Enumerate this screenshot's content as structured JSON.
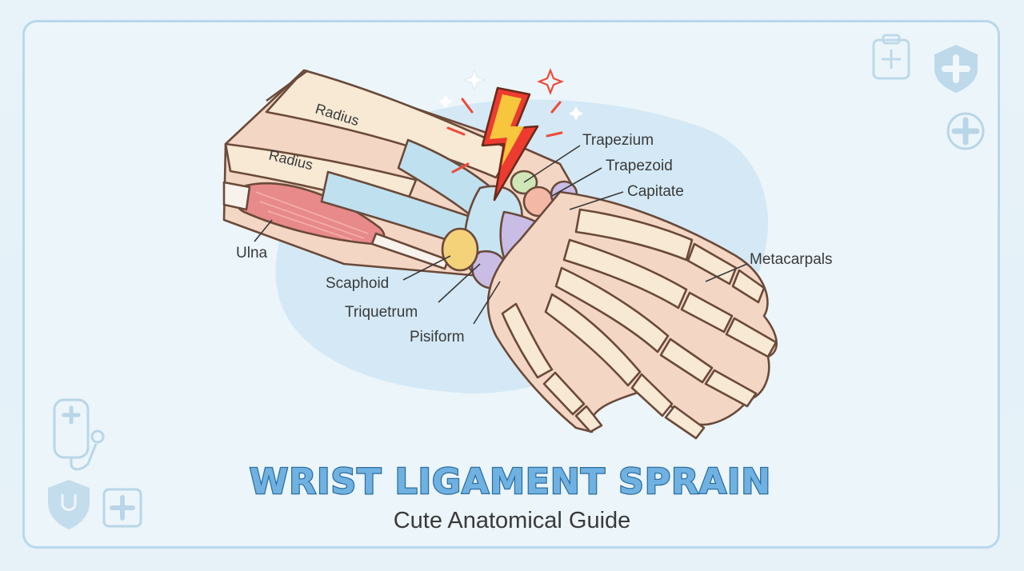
{
  "diagram": {
    "labels": {
      "radius_top": "Radius",
      "radius_lower": "Radius",
      "ulna": "Ulna",
      "scaphoid": "Scaphoid",
      "triquetrum": "Triquetrum",
      "pisiform": "Pisiform",
      "trapezium": "Trapezium",
      "trapezoid": "Trapezoid",
      "capitate": "Capitate",
      "metacarpals": "Metacarpals"
    }
  },
  "title": "WRIST LIGAMENT SPRAIN",
  "subtitle": "Cute Anatomical Guide",
  "colors": {
    "background": "#e6f2f8",
    "frame": "#b8d8ea",
    "blob": "#d4e9f5",
    "bone": "#f7e9d4",
    "skin": "#f4d6c4",
    "muscle": "#e88a8a",
    "ligament": "#bfe0ef",
    "ligament_purple": "#c9bde6",
    "scaphoid": "#f4d27a",
    "trapezium": "#cfe7b8",
    "trapezoid": "#f4b8a6",
    "capitate": "#9fd49a",
    "lightning": "#ee3b30",
    "title_fill": "#6fb2e2",
    "title_outline": "#2d6d9f"
  },
  "icons": [
    "clipboard-plus-icon",
    "shield-plus-icon",
    "medical-cross-icon",
    "stethoscope-icon",
    "shield-stethoscope-icon",
    "clipboard-plus-small-icon",
    "lightning-icon",
    "sparkle-icon"
  ]
}
